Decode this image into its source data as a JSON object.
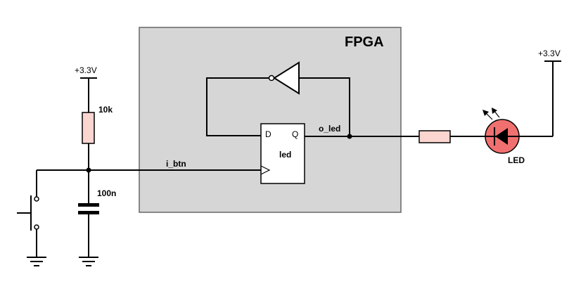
{
  "fpga": {
    "title": "FPGA",
    "fill": "#d6d6d6"
  },
  "flipflop": {
    "name": "led",
    "d_pin": "D",
    "q_pin": "Q"
  },
  "nets": {
    "input": "i_btn",
    "output": "o_led"
  },
  "pullup": {
    "supply": "+3.3V",
    "resistor": "10k"
  },
  "capacitor": {
    "value": "100n"
  },
  "led": {
    "supply": "+3.3V",
    "label": "LED",
    "body_color": "#f07070",
    "resistor_color": "#fbd5cf"
  }
}
